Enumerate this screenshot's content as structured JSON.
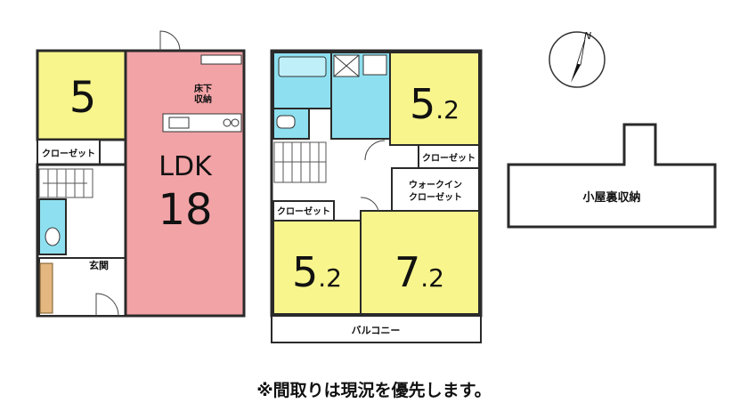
{
  "floor1": {
    "room_western": {
      "size": "5"
    },
    "closet": "クローゼット",
    "ldk": {
      "name": "LDK",
      "size": "18"
    },
    "underfloor_storage": [
      "床下",
      "収納"
    ],
    "entrance": "玄関"
  },
  "floor2": {
    "room_ne": {
      "size": "5",
      "suffix": ".2"
    },
    "closet_ne": "クローゼット",
    "walk_in_closet": [
      "ウォークイン",
      "クローゼット"
    ],
    "closet_sw": "クローゼット",
    "room_sw": {
      "size": "5",
      "suffix": ".2"
    },
    "room_se": {
      "size": "7",
      "suffix": ".2"
    },
    "balcony": "バルコニー"
  },
  "attic": {
    "label": "小屋裏収納"
  },
  "compass": {
    "label": "N"
  },
  "note": "※間取りは現況を優先します。",
  "colors": {
    "room_yellow": "#f8f58c",
    "ldk_pink": "#f2a3a6",
    "wet_cyan": "#8ee0f0",
    "wall": "#2a2a2a",
    "stair_wood": "#e3b77f"
  }
}
